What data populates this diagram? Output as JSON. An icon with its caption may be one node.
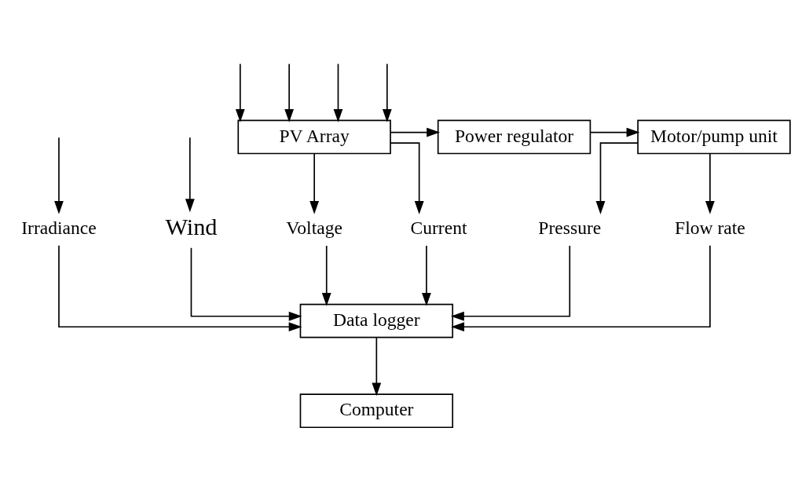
{
  "diagram": {
    "nodes": [
      {
        "text": [
          "PV Array"
        ]
      },
      {
        "text": [
          "Power regulator"
        ]
      },
      {
        "text": [
          "Motor/pump unit"
        ]
      },
      {
        "text": [
          "Irradiance"
        ]
      },
      {
        "text": [
          "Wind"
        ]
      },
      {
        "text": [
          "Voltage"
        ]
      },
      {
        "text": [
          "Current"
        ]
      },
      {
        "text": [
          "Pressure"
        ]
      },
      {
        "text": [
          "Flow rate"
        ]
      },
      {
        "text": [
          "Data logger"
        ]
      },
      {
        "text": [
          "Computer"
        ]
      }
    ],
    "edges": [
      {
        "from": null,
        "to": 0,
        "arrow": "to"
      },
      {
        "from": null,
        "to": 0,
        "arrow": "to"
      },
      {
        "from": null,
        "to": 0,
        "arrow": "to"
      },
      {
        "from": null,
        "to": 0,
        "arrow": "to"
      },
      {
        "from": null,
        "to": 3,
        "arrow": "to"
      },
      {
        "from": null,
        "to": 4,
        "arrow": "to"
      },
      {
        "from": 0,
        "to": 1,
        "arrow": "to"
      },
      {
        "from": 0,
        "to": 5,
        "arrow": "to"
      },
      {
        "from": 0,
        "to": 6,
        "arrow": "to"
      },
      {
        "from": 1,
        "to": 2,
        "arrow": "to"
      },
      {
        "from": 2,
        "to": 7,
        "arrow": "to"
      },
      {
        "from": 2,
        "to": 8,
        "arrow": "to"
      },
      {
        "from": 3,
        "to": 9,
        "arrow": "to"
      },
      {
        "from": 4,
        "to": 9,
        "arrow": "to"
      },
      {
        "from": 5,
        "to": 9,
        "arrow": "to"
      },
      {
        "from": 6,
        "to": 9,
        "arrow": "to"
      },
      {
        "from": 7,
        "to": 9,
        "arrow": "to"
      },
      {
        "from": 8,
        "to": 9,
        "arrow": "to"
      },
      {
        "from": 9,
        "to": 10,
        "arrow": "to"
      }
    ]
  }
}
